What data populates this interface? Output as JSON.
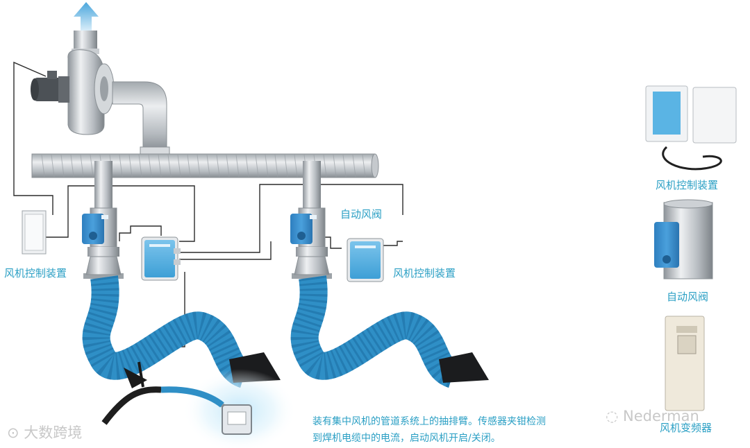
{
  "labels": {
    "fan_control_left": "风机控制装置",
    "auto_damper_center": "自动风阀",
    "fan_control_center": "风机控制装置",
    "fan_control_right": "风机控制装置",
    "auto_damper_right": "自动风阀",
    "fan_inverter_right": "风机变频器"
  },
  "caption": {
    "line1": "装有集中风机的管道系统上的抽排臂。传感器夹钳检测",
    "line2": "到焊机电缆中的电流，启动风机开启/关闭。"
  },
  "watermarks": {
    "left": "大数跨境",
    "right": "Nederman"
  },
  "colors": {
    "label_text": "#2a9fc4",
    "hose": "#2f8fc6",
    "duct": "#b9bec3",
    "arrow": "#5db3e3"
  }
}
